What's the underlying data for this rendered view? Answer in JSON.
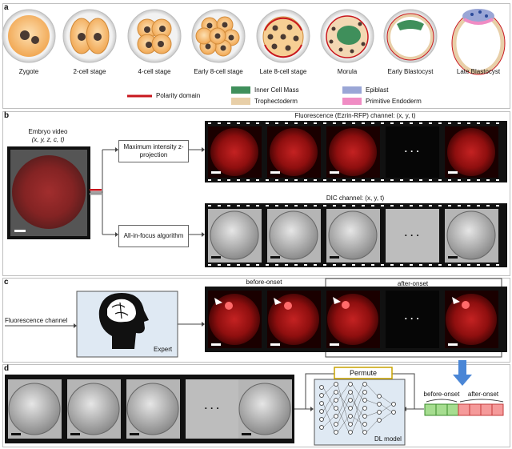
{
  "panels": {
    "a": "a",
    "b": "b",
    "c": "c",
    "d": "d"
  },
  "stages": [
    "Zygote",
    "2-cell stage",
    "4-cell stage",
    "Early 8-cell stage",
    "Late 8-cell stage",
    "Morula",
    "Early Blastocyst",
    "Late Blastocyst"
  ],
  "legend": {
    "polarity": "Polarity domain",
    "icm": "Inner Cell Mass",
    "troph": "Trophectoderm",
    "epiblast": "Epiblast",
    "endoderm": "Primitive Endoderm",
    "colors": {
      "polarity": "#c8161d",
      "icm": "#3f8f5b",
      "troph": "#e8cfa8",
      "epiblast": "#9aa6d6",
      "endoderm": "#f08cc4"
    }
  },
  "b": {
    "video_title": "Embryo video",
    "video_dims": "(x, y, z, c, t)",
    "mip": "Maximum intensity z-projection",
    "aif": "All-in-focus algorithm",
    "fluor_title": "Fluorescence (Ezrin-RFP) channel: (x, y, t)",
    "dic_title": "DIC channel: (x, y, t)",
    "ellipsis": "· · ·"
  },
  "c": {
    "input": "Fluorescence channel",
    "expert": "Expert",
    "before": "before-onset",
    "after": "after-onset"
  },
  "d": {
    "permute": "Permute",
    "model": "DL model",
    "before": "before-onset",
    "after": "after-onset"
  }
}
